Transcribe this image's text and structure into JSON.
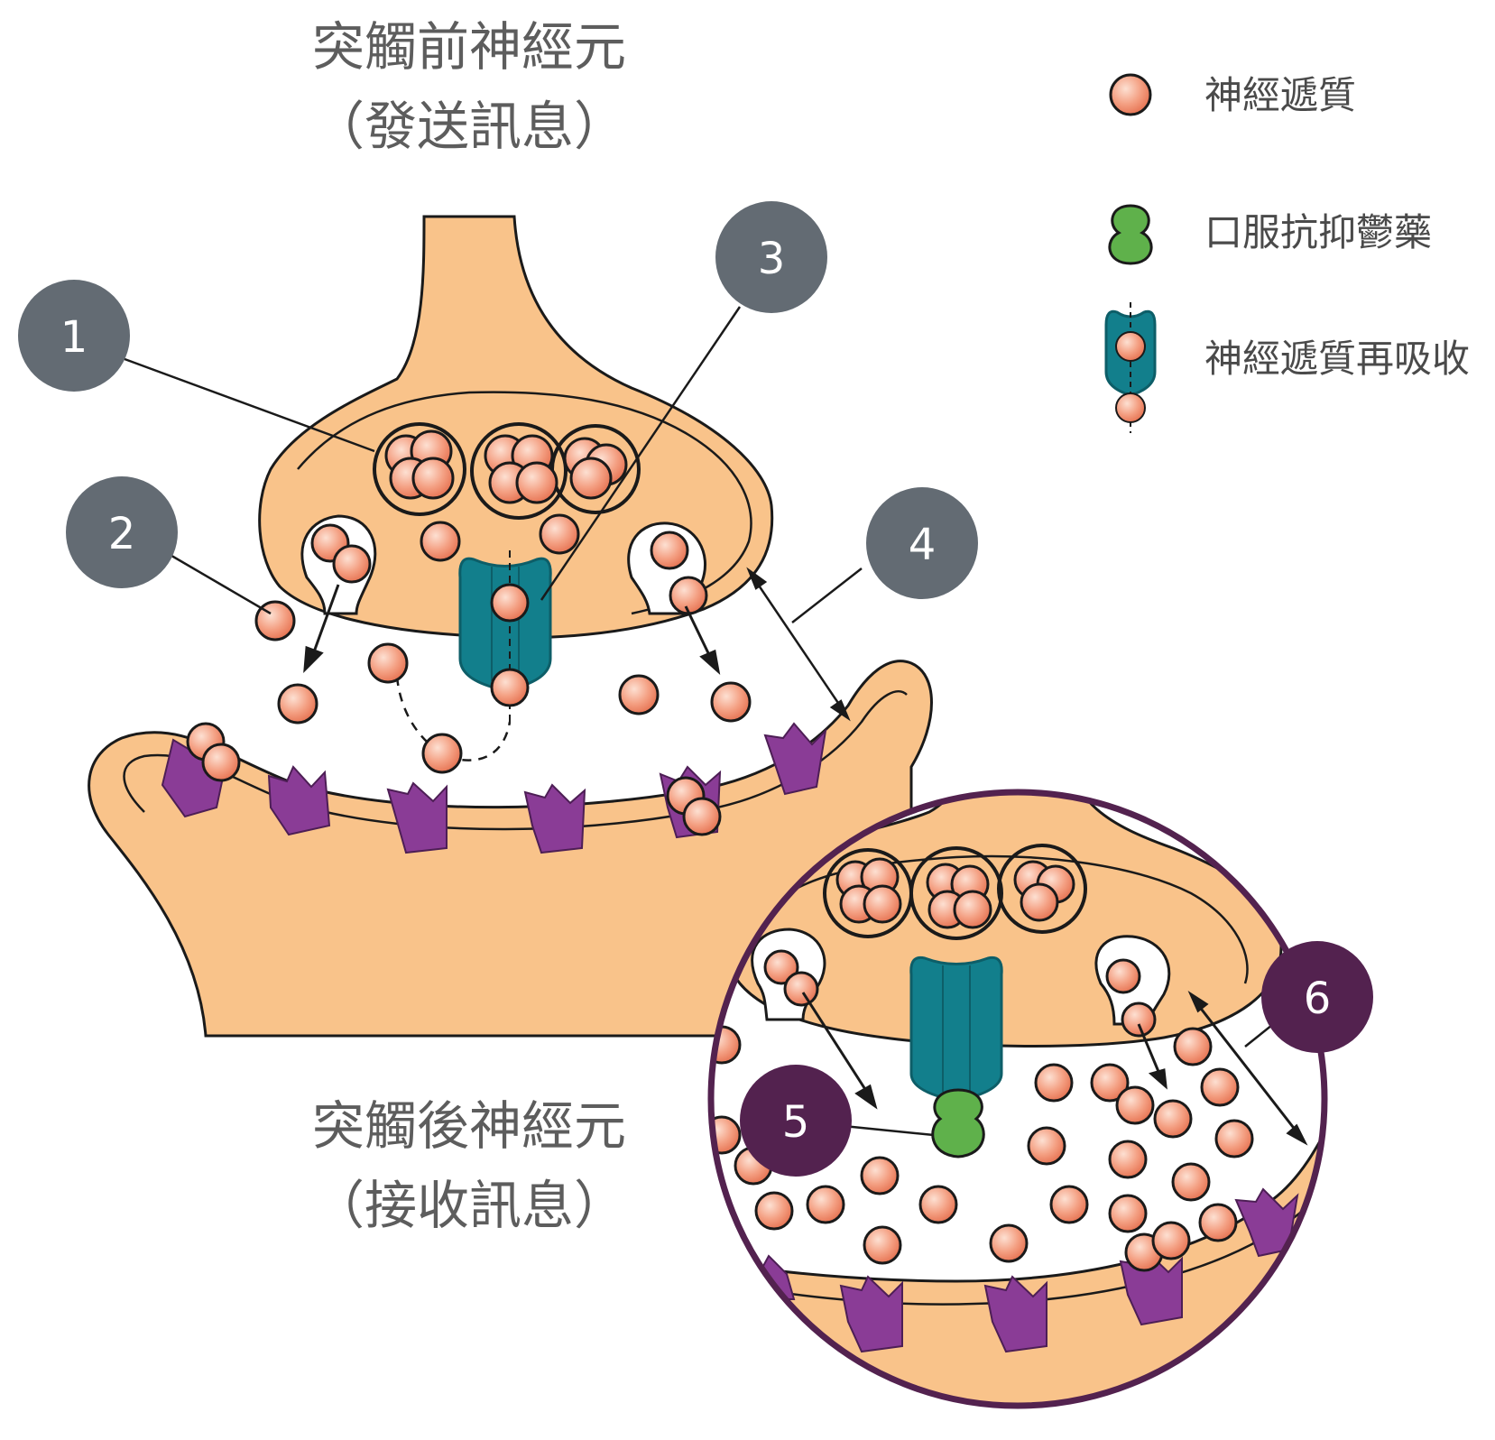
{
  "presynaptic": {
    "title": "突觸前神經元",
    "subtitle": "（發送訊息）"
  },
  "postsynaptic": {
    "title": "突觸後神經元",
    "subtitle": "（接收訊息）"
  },
  "legend": [
    {
      "icon": "neurotransmitter-icon",
      "label": "神經遞質"
    },
    {
      "icon": "antidepressant-icon",
      "label": "口服抗抑鬱藥"
    },
    {
      "icon": "reuptake-pump-icon",
      "label": "神經遞質再吸收"
    }
  ],
  "markers": [
    "1",
    "2",
    "3",
    "4",
    "5",
    "6"
  ],
  "colors": {
    "neuron_fill": "#f9c38a",
    "outline": "#1a1a1a",
    "molecule": "#f08a6a",
    "molecule_highlight": "#fbd4c4",
    "drug": "#5fb14b",
    "pump": "#127f8c",
    "receptor": "#8a3c96",
    "marker_gray": "#636b73",
    "marker_purple": "#53224f",
    "zoom_ring": "#53224f"
  }
}
